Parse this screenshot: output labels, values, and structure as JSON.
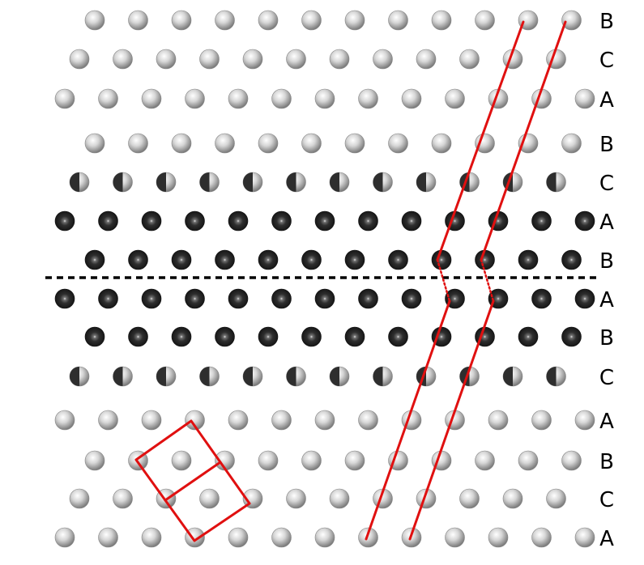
{
  "layer_labels": [
    "B",
    "C",
    "A",
    "B",
    "C",
    "A",
    "B",
    "A",
    "B",
    "C",
    "A",
    "B",
    "C",
    "A"
  ],
  "layer_atom_style": [
    "light",
    "light",
    "light",
    "light",
    "half",
    "dark",
    "dark",
    "dark",
    "dark",
    "half",
    "light",
    "light",
    "light",
    "light"
  ],
  "colors": {
    "light_atom": "#c9c9c9",
    "dark_atom": "#2e2e2e",
    "trace_line": "#e01010",
    "boundary_line": "#000000",
    "label": "#000000"
  },
  "boundary": {
    "style": "dashed",
    "position": "between layer 7 and layer 8"
  }
}
